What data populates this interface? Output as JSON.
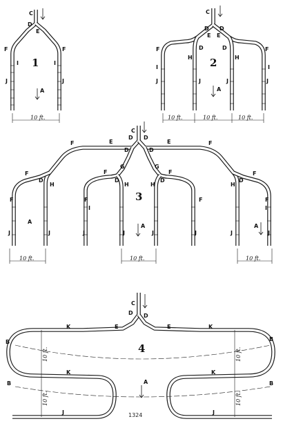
{
  "figures": [
    {
      "number": "1",
      "spacing_label": "10 ft."
    },
    {
      "number": "2",
      "spacing_labels": [
        "10 ft.",
        "10 ft.",
        "10 ft."
      ]
    },
    {
      "number": "3",
      "spacing_labels": [
        "10 ft.",
        "10 ft.",
        "10 ft."
      ]
    },
    {
      "number": "4",
      "vertical_labels": [
        "10 ft.",
        "10 ft.",
        "10 ft.",
        "10 ft."
      ]
    }
  ],
  "plate_number": "1324",
  "letters": {
    "A": "A",
    "B": "B",
    "C": "C",
    "D": "D",
    "E": "E",
    "F": "F",
    "G": "G",
    "H": "H",
    "I": "I",
    "J": "J",
    "K": "K"
  }
}
